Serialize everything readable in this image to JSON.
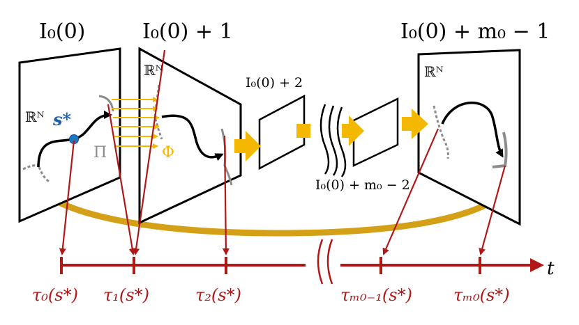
{
  "colors": {
    "timeline": "#b01818",
    "flow_arrow": "#f5b800",
    "return_arrow": "#d4a017",
    "trajectory": "#000000",
    "section": "#8c8c8c",
    "point": "#1f77c4",
    "point_label": "#1f5fa8"
  },
  "section_labels": {
    "s0": "I₀(0)",
    "s1": "I₀(0) + 1",
    "s2": "I₀(0) + 2",
    "s3": "I₀(0) + m₀ − 2",
    "s4": "I₀(0) + m₀ − 1"
  },
  "space_label": "ℝᴺ",
  "point_label": "s*",
  "map_labels": {
    "pi": "Π",
    "phi": "Φ"
  },
  "axis_label": "t",
  "tick_labels": [
    "τ₀(s*)",
    "τ₁(s*)",
    "τ₂(s*)",
    "τₘ₀₋₁(s*)",
    "τₘ₀(s*)"
  ],
  "icons": [
    "axis-break-icon",
    "ellipsis-break-icon"
  ]
}
